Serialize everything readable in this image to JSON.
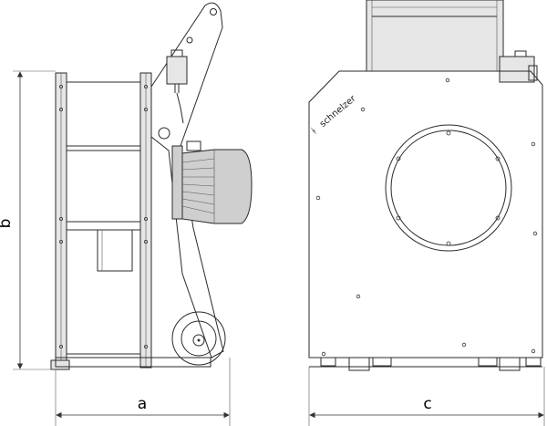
{
  "dimensions": {
    "a": "a",
    "b": "b",
    "c": "c"
  },
  "brand": {
    "name": "schnelzer",
    "mark": "ᚼ"
  },
  "colors": {
    "line": "#2a2a2a",
    "panel": "#e6e6e6",
    "motor": "#cfcfcf",
    "background": "#ffffff"
  }
}
